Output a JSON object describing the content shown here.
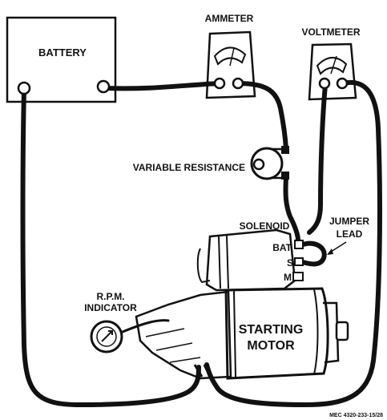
{
  "labels": {
    "battery": "BATTERY",
    "ammeter": "AMMETER",
    "voltmeter": "VOLTMETER",
    "variable_resistance": "VARIABLE RESISTANCE",
    "solenoid": "SOLENOID",
    "jumper_lead_line1": "JUMPER",
    "jumper_lead_line2": "LEAD",
    "terminal_bat": "BAT.",
    "terminal_s": "S",
    "terminal_m": "M",
    "rpm_line1": "R.P.M.",
    "rpm_line2": "INDICATOR",
    "motor_line1": "STARTING",
    "motor_line2": "MOTOR",
    "figure_code": "MEC 4320-233-15/28"
  },
  "colors": {
    "ink": "#111111",
    "paper": "#ffffff"
  }
}
